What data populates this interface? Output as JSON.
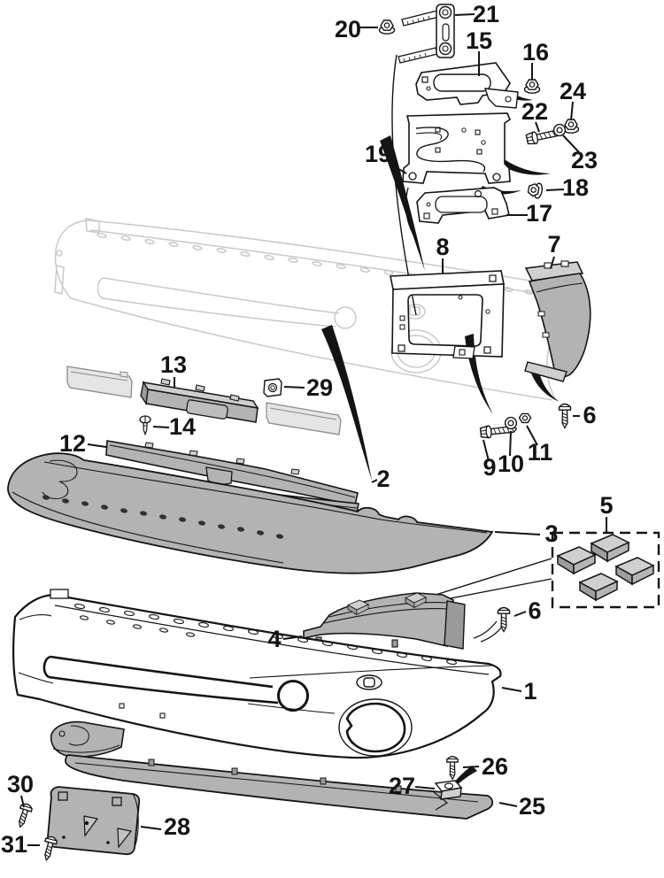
{
  "diagram": {
    "kind": "exploded-parts-diagram",
    "subject": "front-bumper-assembly"
  },
  "callouts": [
    "20",
    "21",
    "15",
    "16",
    "24",
    "22",
    "23",
    "19",
    "18",
    "17",
    "8",
    "7",
    "6",
    "9",
    "10",
    "11",
    "13",
    "29",
    "14",
    "12",
    "2",
    "3",
    "5",
    "4",
    "6",
    "1",
    "26",
    "27",
    "25",
    "30",
    "28",
    "31"
  ],
  "colors": {
    "ink": "#141414",
    "ghost": "#c9c9c9",
    "part-gray": "#b3b3b3",
    "part-gray-dark": "#9a9a9a",
    "part-gray-light": "#cfcfcf",
    "insert-gray": "#e5e5e5",
    "hole-dark": "#2f2f2f",
    "paper": "#ffffff"
  }
}
